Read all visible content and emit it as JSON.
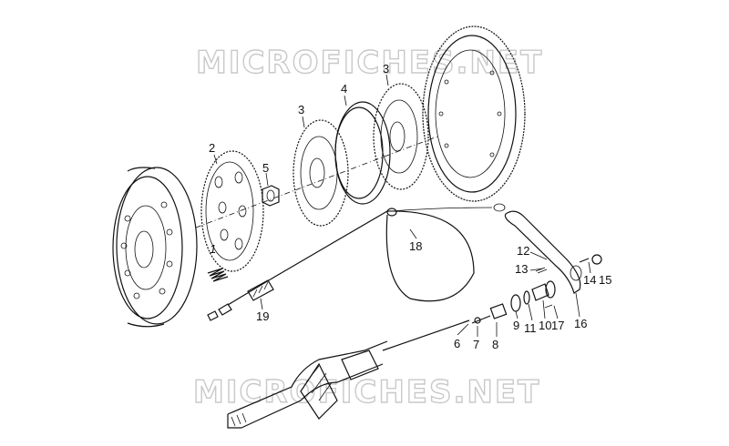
{
  "watermark": {
    "top": "MICROFICHES.NET",
    "bottom": "MICROFICHES.NET"
  },
  "callouts": [
    {
      "id": "1",
      "text": "1"
    },
    {
      "id": "2",
      "text": "2"
    },
    {
      "id": "3a",
      "text": "3"
    },
    {
      "id": "3b",
      "text": "3"
    },
    {
      "id": "4",
      "text": "4"
    },
    {
      "id": "5",
      "text": "5"
    },
    {
      "id": "6",
      "text": "6"
    },
    {
      "id": "7",
      "text": "7"
    },
    {
      "id": "8",
      "text": "8"
    },
    {
      "id": "9",
      "text": "9"
    },
    {
      "id": "10",
      "text": "10"
    },
    {
      "id": "11",
      "text": "11"
    },
    {
      "id": "12",
      "text": "12"
    },
    {
      "id": "13",
      "text": "13"
    },
    {
      "id": "14",
      "text": "14"
    },
    {
      "id": "15",
      "text": "15"
    },
    {
      "id": "16",
      "text": "16"
    },
    {
      "id": "17",
      "text": "17"
    },
    {
      "id": "18",
      "text": "18"
    },
    {
      "id": "19",
      "text": "19"
    }
  ]
}
